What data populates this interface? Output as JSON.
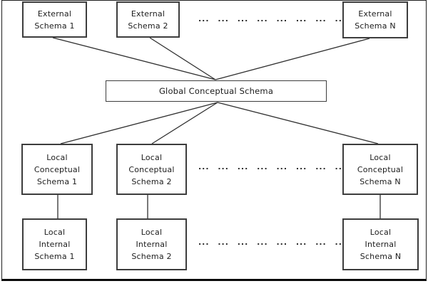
{
  "diagram": {
    "type": "hierarchy-diagram",
    "subject": "distributed-database-schema-architecture",
    "colors": {
      "background": "#ffffff",
      "box_border": "#3d3d3d",
      "connector_line": "#303030",
      "text": "#1c1c1c",
      "frame_border": "#1f1f1f"
    },
    "nodes": {
      "external_schema_1": "External\nSchema 1",
      "external_schema_2": "External\nSchema 2",
      "external_schema_n": "External\nSchema N",
      "global_conceptual_schema": "Global Conceptual Schema",
      "local_conceptual_schema_1": "Local\nConceptual\nSchema 1",
      "local_conceptual_schema_2": "Local\nConceptual\nSchema 2",
      "local_conceptual_schema_n": "Local\nConceptual\nSchema N",
      "local_internal_schema_1": "Local\nInternal\nSchema 1",
      "local_internal_schema_2": "Local\nInternal\nSchema 2",
      "local_internal_schema_n": "Local\nInternal\nSchema N"
    },
    "ellipsis_row": "... ... ... ... ... ... ... ...",
    "edges": [
      "external_schema_1 - global_conceptual_schema",
      "external_schema_2 - global_conceptual_schema",
      "external_schema_n - global_conceptual_schema",
      "global_conceptual_schema - local_conceptual_schema_1",
      "global_conceptual_schema - local_conceptual_schema_2",
      "global_conceptual_schema - local_conceptual_schema_n",
      "local_conceptual_schema_1 - local_internal_schema_1",
      "local_conceptual_schema_2 - local_internal_schema_2",
      "local_conceptual_schema_n - local_internal_schema_n"
    ]
  }
}
